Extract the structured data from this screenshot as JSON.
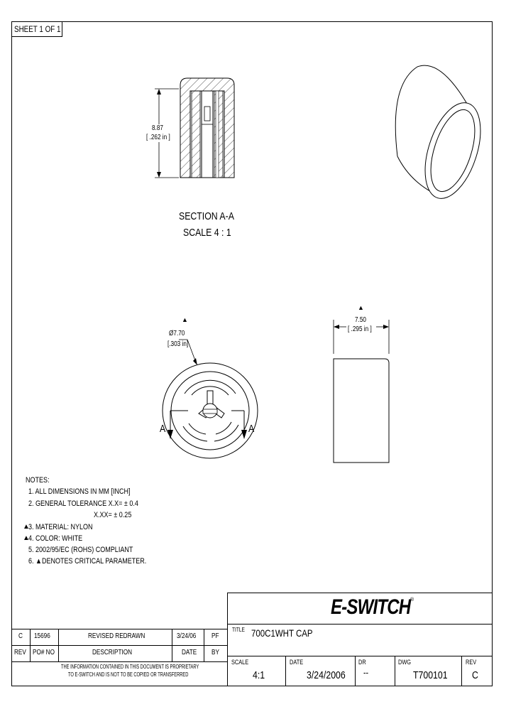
{
  "sheet": "SHEET 1 OF 1",
  "section": {
    "dim_mm": "8.87",
    "dim_in": "[ .262 in ]",
    "title": "SECTION  A-A",
    "scale": "SCALE 4 : 1"
  },
  "front_view": {
    "dia_mark": "▲",
    "dia_mm": "Ø7.70",
    "dia_in": "[.303 in]",
    "cut_label_left": "A",
    "cut_label_right": "A"
  },
  "side_view": {
    "dim_mark": "▲",
    "dim_mm": "7.50",
    "dim_in": "[ .295 in ]"
  },
  "notes": {
    "heading": "NOTES:",
    "items": [
      {
        "mark": "",
        "text": "1. ALL DIMENSIONS IN MM [INCH]"
      },
      {
        "mark": "",
        "text": "2. GENERAL TOLERANCE  X.X= ± 0.4"
      },
      {
        "mark": "",
        "text": "X.XX= ± 0.25"
      },
      {
        "mark": "▲",
        "text": "3. MATERIAL: NYLON"
      },
      {
        "mark": "▲",
        "text": "4. COLOR: WHITE"
      },
      {
        "mark": "",
        "text": "5. 2002/95/EC (ROHS) COMPLIANT"
      },
      {
        "mark": "",
        "text": "6.  ▲DENOTES CRITICAL PARAMETER."
      }
    ]
  },
  "brand": "E-SWITCH",
  "brand_mark": "®",
  "revision_table": {
    "row": {
      "rev": "C",
      "po_no": "15696",
      "description": "REVISED REDRAWN",
      "date": "3/24/06",
      "by": "PF"
    },
    "headers": {
      "rev": "REV",
      "po_no": "PO# NO",
      "description": "DESCRIPTION",
      "date": "DATE",
      "by": "BY"
    },
    "proprietary_line1": "THE INFORMATION CONTAINED IN THIS DOCUMENT IS PROPRIETARY",
    "proprietary_line2": "TO E-SWITCH AND IS NOT TO BE COPIED OR TRANSFERRED"
  },
  "title_block": {
    "title_label": "TITLE",
    "title_value": "700C1WHT CAP",
    "scale_label": "SCALE",
    "scale_value": "4:1",
    "date_label": "DATE",
    "date_value": "3/24/2006",
    "dr_label": "DR",
    "dr_value": "--",
    "dwg_label": "DWG",
    "dwg_value": "T700101",
    "rev_label": "REV",
    "rev_value": "C"
  }
}
